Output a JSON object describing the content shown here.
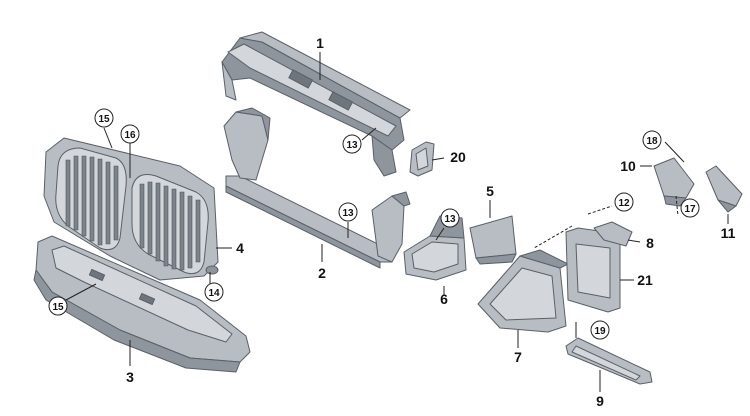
{
  "callouts": {
    "c1": "1",
    "c2": "2",
    "c3": "3",
    "c4": "4",
    "c5": "5",
    "c6": "6",
    "c7": "7",
    "c8": "8",
    "c9": "9",
    "c10": "10",
    "c11": "11",
    "c12": "12",
    "c13a": "13",
    "c13b": "13",
    "c13c": "13",
    "c14": "14",
    "c15a": "15",
    "c15b": "15",
    "c16": "16",
    "c17": "17",
    "c18": "18",
    "c19": "19",
    "c20": "20",
    "c21": "21"
  },
  "colors": {
    "part_fill": "#b8bdc3",
    "part_stroke": "#5a6068",
    "leader": "#222222"
  }
}
